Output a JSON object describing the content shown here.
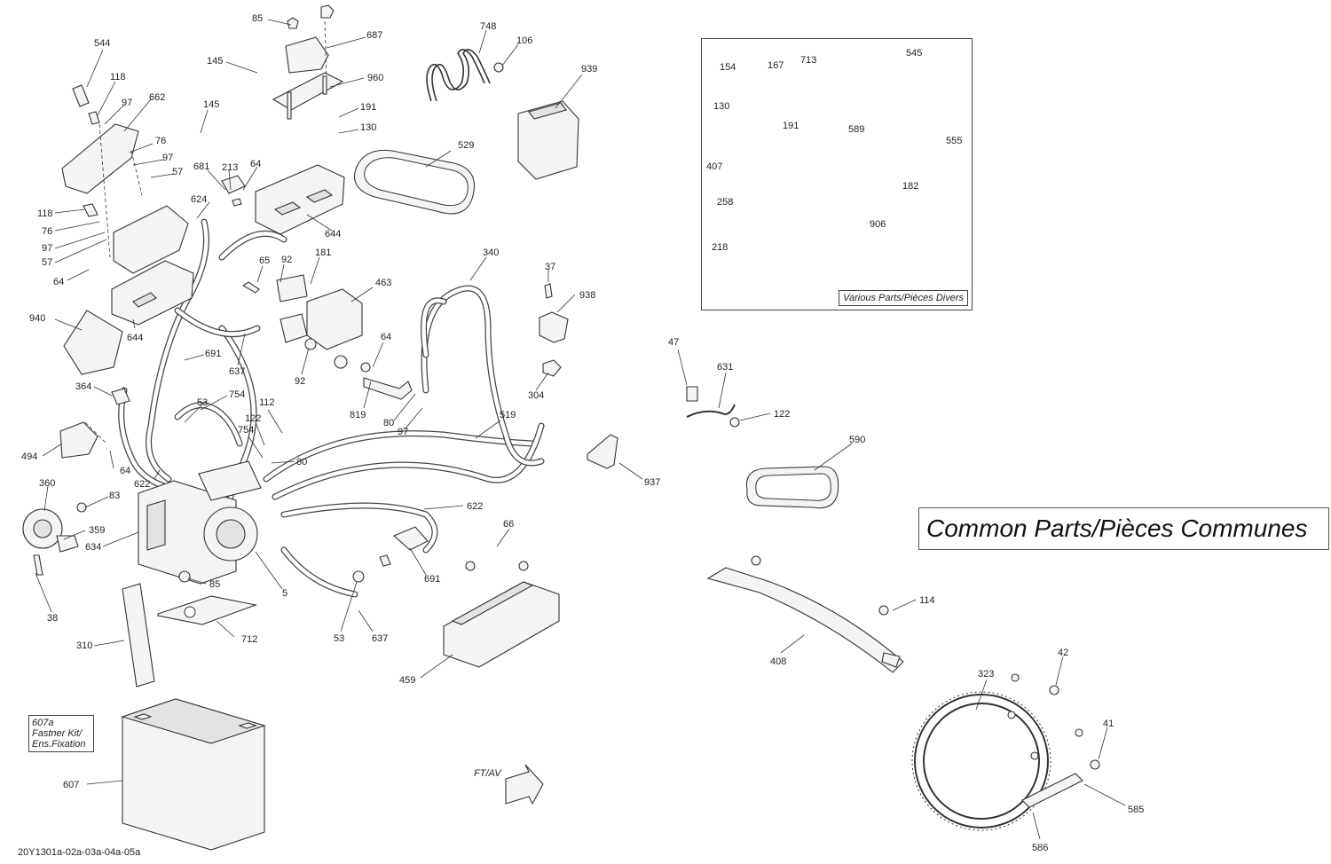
{
  "diagram": {
    "reference_code": "20Y1301a-02a-03a-04a-05a",
    "various_parts_caption": "Various Parts/Pièces Divers",
    "common_parts_caption": "Common Parts/Pièces Communes",
    "fastener_kit": {
      "number": "607a",
      "line1": "Fastner Kit/",
      "line2": "Ens.Fixation"
    },
    "direction_label": "FT/AV",
    "callouts": [
      "85",
      "687",
      "748",
      "106",
      "544",
      "145",
      "960",
      "939",
      "118",
      "662",
      "97",
      "191",
      "130",
      "145",
      "76",
      "97",
      "57",
      "681",
      "213",
      "64",
      "529",
      "118",
      "624",
      "76",
      "97",
      "57",
      "644",
      "64",
      "65",
      "92",
      "181",
      "463",
      "340",
      "37",
      "938",
      "940",
      "644",
      "92",
      "691",
      "637",
      "64",
      "364",
      "754",
      "53",
      "112",
      "122",
      "819",
      "80",
      "97",
      "304",
      "519",
      "494",
      "64",
      "754",
      "80",
      "622",
      "360",
      "83",
      "359",
      "634",
      "85",
      "5",
      "622",
      "66",
      "691",
      "38",
      "53",
      "637",
      "310",
      "712",
      "459",
      "607",
      "47",
      "631",
      "122",
      "590",
      "937",
      "114",
      "408",
      "323",
      "42",
      "41",
      "585",
      "586",
      "154",
      "167",
      "713",
      "545",
      "130",
      "191",
      "589",
      "555",
      "407",
      "182",
      "258",
      "218",
      "906"
    ]
  }
}
